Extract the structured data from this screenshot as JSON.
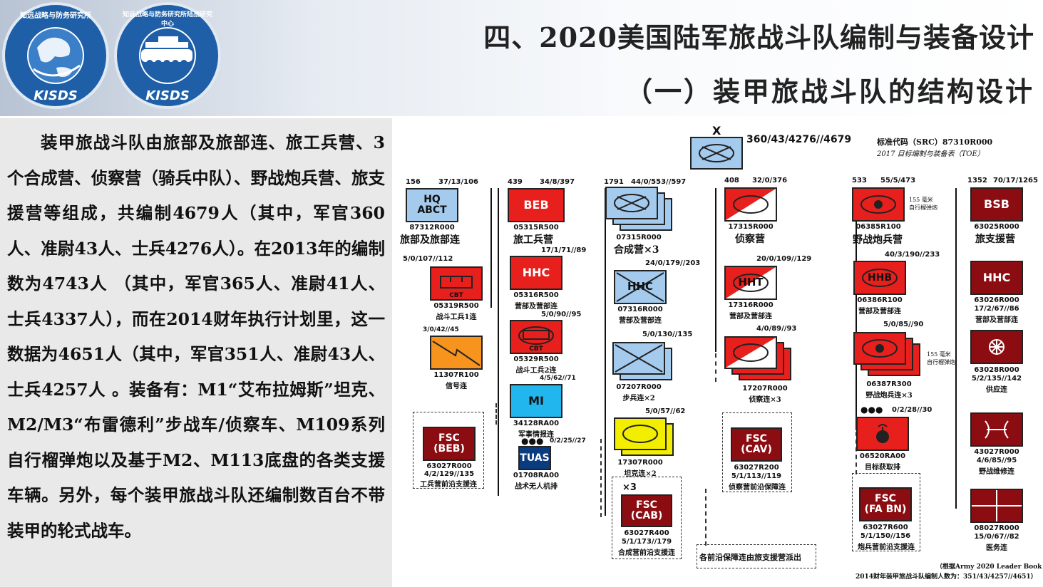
{
  "header": {
    "logo1": {
      "text": "知远战略与防务研究所",
      "abbr": "KISDS"
    },
    "logo2": {
      "text": "知远战略与防务研究所陆战研究中心",
      "abbr": "KISDS"
    },
    "title": "四、2020美国陆军旅战斗队编制与装备设计",
    "subtitle": "（一）装甲旅战斗队的结构设计"
  },
  "body_text": "装甲旅战斗队由旅部及旅部连、旅工兵营、3个合成营、侦察营（骑兵中队）、野战炮兵营、旅支援营等组成，共编制4679人（其中，军官360人、准尉43人、士兵4276人）。在2013年的编制数为4743人 （其中，军官365人、准尉41人、士兵4337人），而在2014财年执行计划里，这一数据为4651人（其中，军官351人、准尉43人、士兵4257人 。装备有：M1“艾布拉姆斯”坦克、M2/M3“布雷德利”步战车/侦察车、M109系列自行榴弹炮以及基于M2、M113底盘的各类支援车辆。另外，每个装甲旅战斗队还编制数百台不带装甲的轮式战车。",
  "chart": {
    "top": {
      "echelon": "X",
      "strength": "360/43/4276//4679"
    },
    "src": "标准代码（SRC）87310R000",
    "toe": "2017 目标编制与装备表（TOE）",
    "units": {
      "hq": {
        "count": "156",
        "strength": "37/13/106",
        "label": "HQ\nABCT",
        "code": "87312R000",
        "name": "旅部及旅部连"
      },
      "cbt1": {
        "strength": "5/0/107//112",
        "tag": "CBT",
        "code": "05319R500",
        "name": "战斗工兵1连"
      },
      "sig": {
        "strength": "3/0/42//45",
        "code": "11307R100",
        "name": "信号连"
      },
      "fsc_beb": {
        "label": "FSC\n(BEB)",
        "code": "63027R000",
        "strength": "4/2/129//135",
        "name": "工兵营前沿支援连"
      },
      "beb": {
        "count": "439",
        "strength": "34/8/397",
        "label": "BEB",
        "code": "05315R500",
        "name": "旅工兵营"
      },
      "beb_hhc": {
        "strength": "17/1/71//89",
        "label": "HHC",
        "code": "05316R500",
        "name": "营部及营部连"
      },
      "cbt2": {
        "strength": "5/0/90//95",
        "tag": "CBT",
        "code": "05329R500",
        "name": "战斗工兵2连"
      },
      "mi": {
        "strength": "4/5/62//71",
        "label": "MI",
        "code": "34128RA00",
        "name": "军事情报连"
      },
      "tuas": {
        "strength": "0/2/25//27",
        "label": "TUAS",
        "code": "01708RA00",
        "name": "战术无人机排"
      },
      "cab": {
        "count": "1791",
        "strength": "44/0/553//597",
        "code": "07315R000",
        "name": "合成营×3"
      },
      "cab_hhc": {
        "strength": "24/0/179//203",
        "label": "HHC",
        "code": "07316R000",
        "name": "营部及营部连"
      },
      "inf": {
        "strength": "5/0/130//135",
        "code": "07207R000",
        "name": "步兵连×2"
      },
      "tank": {
        "strength": "5/0/57//62",
        "code": "17307R000",
        "name": "坦克连×2"
      },
      "fsc_cab": {
        "mult": "×3",
        "label": "FSC\n(CAB)",
        "code": "63027R400",
        "strength": "5/1/173//179",
        "name": "合成营前沿支援连"
      },
      "cav": {
        "count": "408",
        "strength": "32/0/376",
        "code": "17315R000",
        "name": "侦察营"
      },
      "cav_hht": {
        "strength": "20/0/109//129",
        "label": "HHT",
        "code": "17316R000",
        "name": "营部及营部连"
      },
      "trp": {
        "strength": "4/0/89//93",
        "code": "17207R000",
        "name": "侦察连×3"
      },
      "fsc_cav": {
        "label": "FSC\n(CAV)",
        "code": "63027R200",
        "strength": "5/1/113//119",
        "name": "侦察营前沿保障连"
      },
      "fa": {
        "count": "533",
        "strength": "55/5/473",
        "note": "155 毫米\n自行榴弹炮",
        "code": "06385R100",
        "name": "野战炮兵营"
      },
      "fa_hhb": {
        "strength": "40/3/190//233",
        "label": "HHB",
        "code": "06386R100",
        "name": "营部及营部连"
      },
      "btry": {
        "strength": "5/0/85//90",
        "note": "155 毫米\n自行榴弹炮",
        "code": "06387R300",
        "name": "野战炮兵连×3"
      },
      "ta": {
        "strength": "0/2/28//30",
        "code": "06520RA00",
        "name": "目标获取排"
      },
      "fsc_fa": {
        "label": "FSC\n(FA BN)",
        "code": "63027R600",
        "strength": "5/1/150//156",
        "name": "炮兵营前沿支援连"
      },
      "bsb": {
        "count": "1352",
        "strength": "70/17/1265",
        "label": "BSB",
        "code": "63025R000",
        "name": "旅支援营"
      },
      "bsb_hhc": {
        "label": "HHC",
        "code": "63026R000",
        "strength": "17/2/67//86",
        "name": "营部及营部连"
      },
      "sup": {
        "code": "63028R000",
        "strength": "5/2/135//142",
        "name": "供应连"
      },
      "mnt": {
        "code": "43027R000",
        "strength": "4/6/85//95",
        "name": "野战维修连"
      },
      "med": {
        "code": "08027R000",
        "strength": "15/0/67//82",
        "name": "医务连"
      }
    },
    "fsc_note": "各前沿保障连由旅支援营派出",
    "source": "（根据Army 2020 Leader Book",
    "source2": "2014财年装甲旅战斗队编制人数为：351/43/4257//4651）"
  }
}
